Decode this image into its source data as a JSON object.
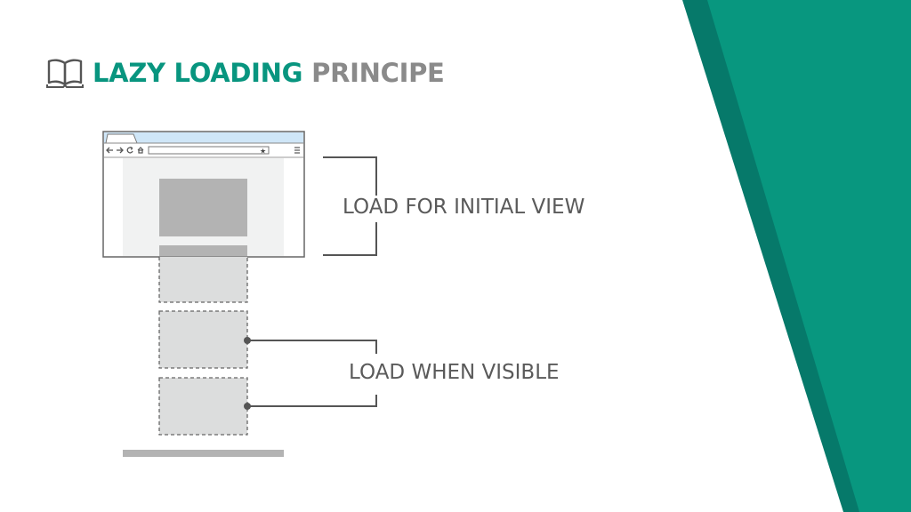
{
  "title": {
    "icon": "open-book-icon",
    "highlight": "LAZY LOADING",
    "rest": "PRINCIPE"
  },
  "labels": {
    "initial_view": "LOAD FOR INITIAL VIEW",
    "when_visible": "LOAD WHEN VISIBLE"
  },
  "browser": {
    "nav_icons": [
      "back-arrow-icon",
      "forward-arrow-icon",
      "reload-icon",
      "home-icon"
    ],
    "bookmark_icon": "star-icon",
    "menu_icon": "hamburger-menu-icon"
  },
  "colors": {
    "accent": "#08957f",
    "accent_dark": "#067a68",
    "muted": "#8a8a8a",
    "tab_bar": "#cfe6f7"
  }
}
